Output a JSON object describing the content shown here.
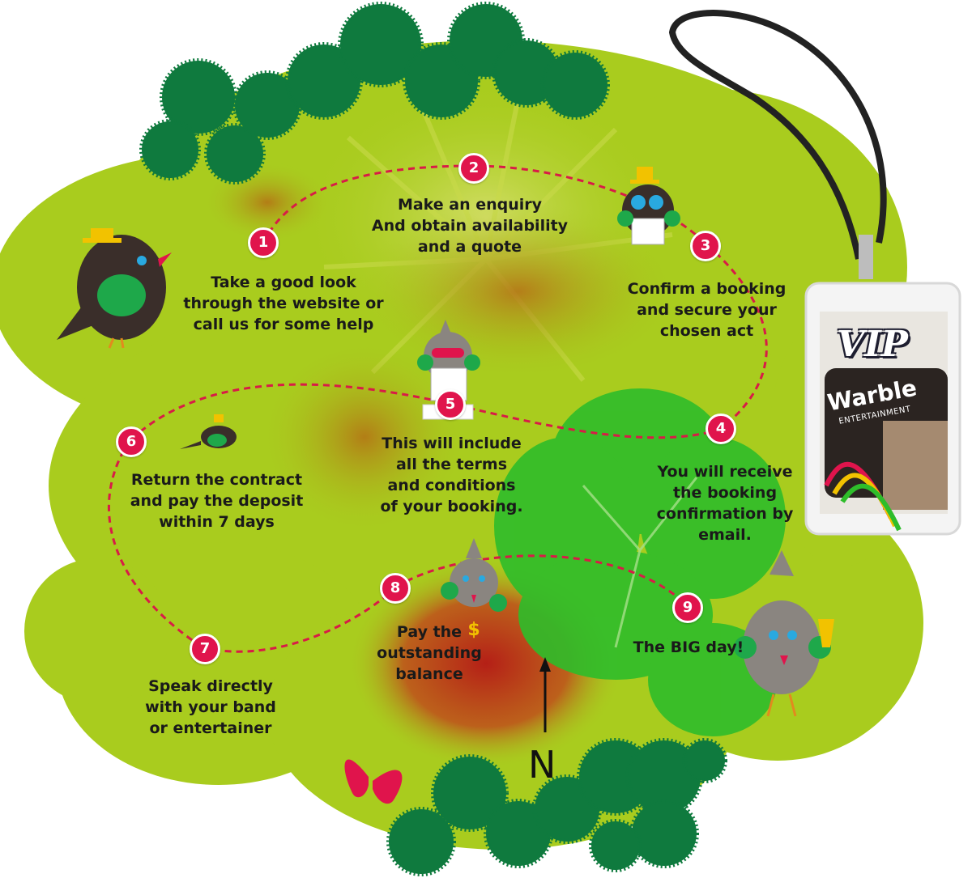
{
  "steps": [
    {
      "number": "1",
      "text": "Take a good look\nthrough the website or\ncall us for some help"
    },
    {
      "number": "2",
      "text": "Make an enquiry\nAnd obtain availability\nand a quote"
    },
    {
      "number": "3",
      "text": "Confirm a booking\nand secure your\nchosen act"
    },
    {
      "number": "4",
      "text": "You will receive\nthe booking\nconfirmation by\nemail."
    },
    {
      "number": "5",
      "text": "This will include\nall the terms\nand conditions\nof your booking."
    },
    {
      "number": "6",
      "text": "Return the contract\nand pay the deposit\nwithin 7 days"
    },
    {
      "number": "7",
      "text": "Speak directly\nwith your band\nor entertainer"
    },
    {
      "number": "8",
      "text": "Pay the\noutstanding\nbalance"
    },
    {
      "number": "9",
      "text": "The BIG day!"
    }
  ],
  "compass": {
    "letter": "N"
  },
  "badge": {
    "vip": "VIP",
    "brand": "Warble",
    "sub": "ENTERTAINMENT"
  },
  "colors": {
    "map_light_green": "#a9cc1e",
    "map_mid_green": "#8fbf1c",
    "tree_dark_green": "#0f7a3e",
    "clover_green": "#2ebd2a",
    "path_red": "#d81b47",
    "marker_pink": "#e0144c",
    "splash_red": "#b51616",
    "bird_dark": "#3a2e2a",
    "bird_grey": "#8a8580",
    "hat_yellow": "#f2c200"
  },
  "icons": [
    "bird-icon",
    "top-hat-icon",
    "butterfly-icon",
    "compass-arrow-icon",
    "vip-lanyard-icon",
    "champagne-glass-icon",
    "dollar-medal-icon"
  ]
}
